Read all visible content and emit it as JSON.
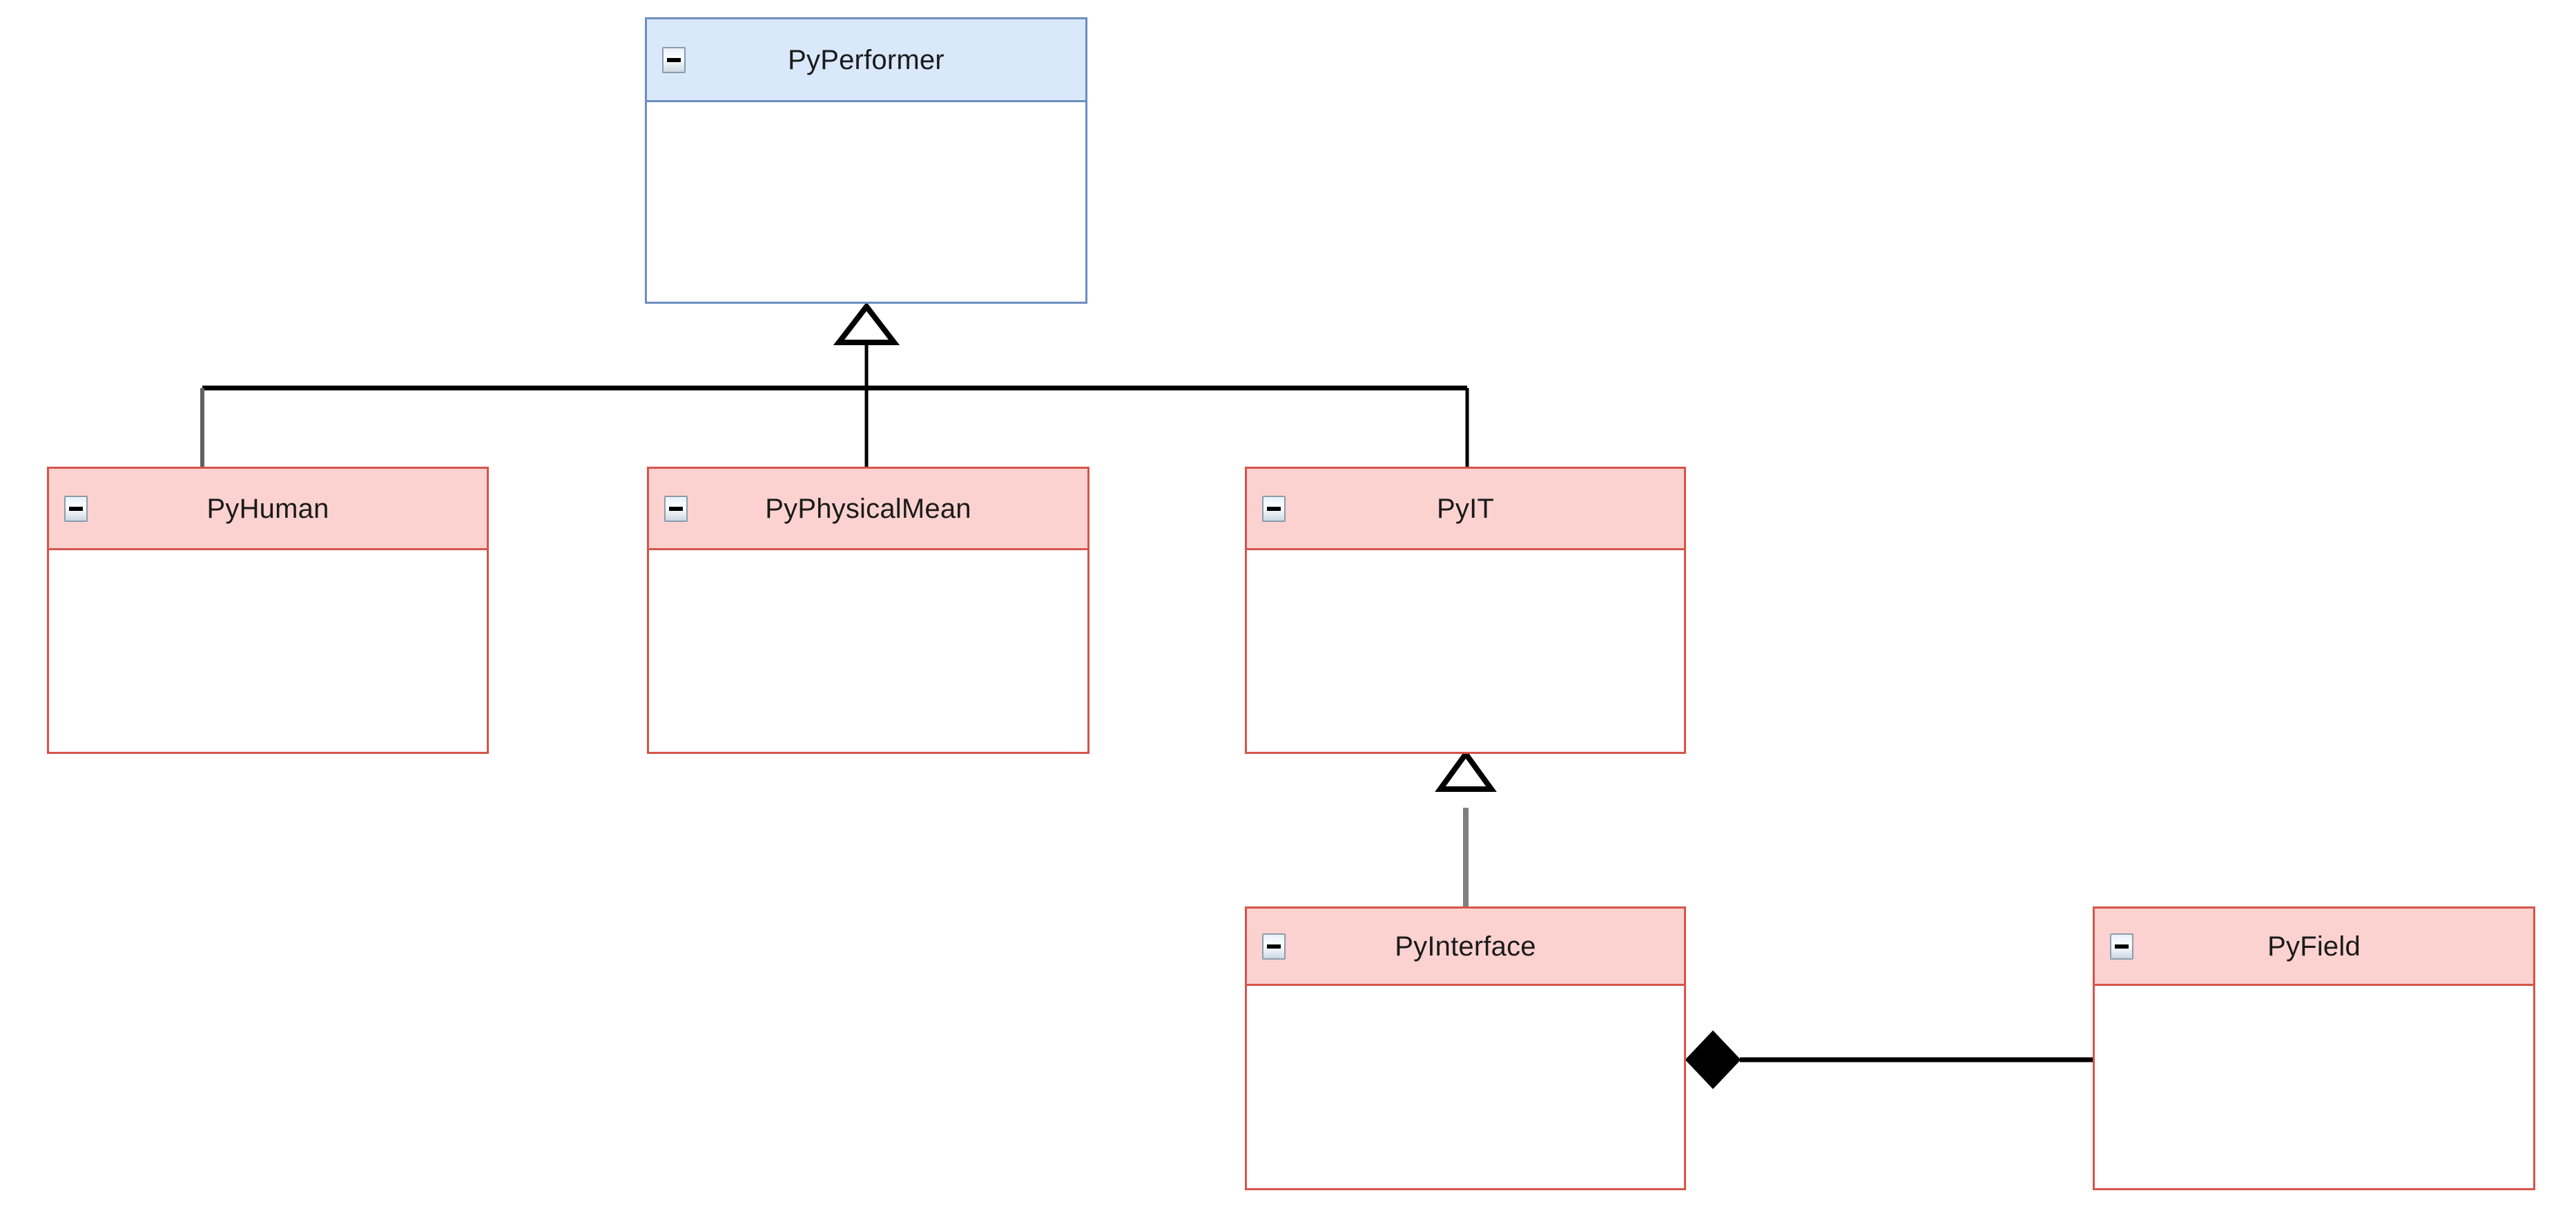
{
  "diagram": {
    "type": "uml-class-diagram",
    "background": "#ffffff",
    "colors": {
      "blue_fill": "#d9e8fb",
      "blue_border": "#6c8ebf",
      "pink_fill": "#fbd2d0",
      "pink_border": "#d6544a",
      "body_fill": "#ffffff",
      "connector_black": "#000000",
      "connector_gray": "#808080"
    }
  },
  "classes": [
    {
      "id": "pyperformer",
      "name": "PyPerformer",
      "style": "blue",
      "icon": "collapse-minus-icon",
      "attributes": [],
      "operations": []
    },
    {
      "id": "pyhuman",
      "name": "PyHuman",
      "style": "pink",
      "icon": "collapse-minus-icon",
      "attributes": [],
      "operations": []
    },
    {
      "id": "pyphysicalmean",
      "name": "PyPhysicalMean",
      "style": "pink",
      "icon": "collapse-minus-icon",
      "attributes": [],
      "operations": []
    },
    {
      "id": "pyit",
      "name": "PyIT",
      "style": "pink",
      "icon": "collapse-minus-icon",
      "attributes": [],
      "operations": []
    },
    {
      "id": "pyinterface",
      "name": "PyInterface",
      "style": "pink",
      "icon": "collapse-minus-icon",
      "attributes": [],
      "operations": []
    },
    {
      "id": "pyfield",
      "name": "PyField",
      "style": "pink",
      "icon": "collapse-minus-icon",
      "attributes": [],
      "operations": []
    }
  ],
  "relationships": [
    {
      "kind": "generalization",
      "from": "PyHuman",
      "to": "PyPerformer",
      "marker": "hollow-triangle",
      "color": "#000000"
    },
    {
      "kind": "generalization",
      "from": "PyPhysicalMean",
      "to": "PyPerformer",
      "marker": "hollow-triangle",
      "color": "#000000"
    },
    {
      "kind": "generalization",
      "from": "PyIT",
      "to": "PyPerformer",
      "marker": "hollow-triangle",
      "color": "#000000"
    },
    {
      "kind": "generalization",
      "from": "PyInterface",
      "to": "PyIT",
      "marker": "hollow-triangle",
      "color": "#808080"
    },
    {
      "kind": "composition",
      "from": "PyInterface",
      "to": "PyField",
      "marker": "filled-diamond",
      "color": "#000000"
    }
  ]
}
